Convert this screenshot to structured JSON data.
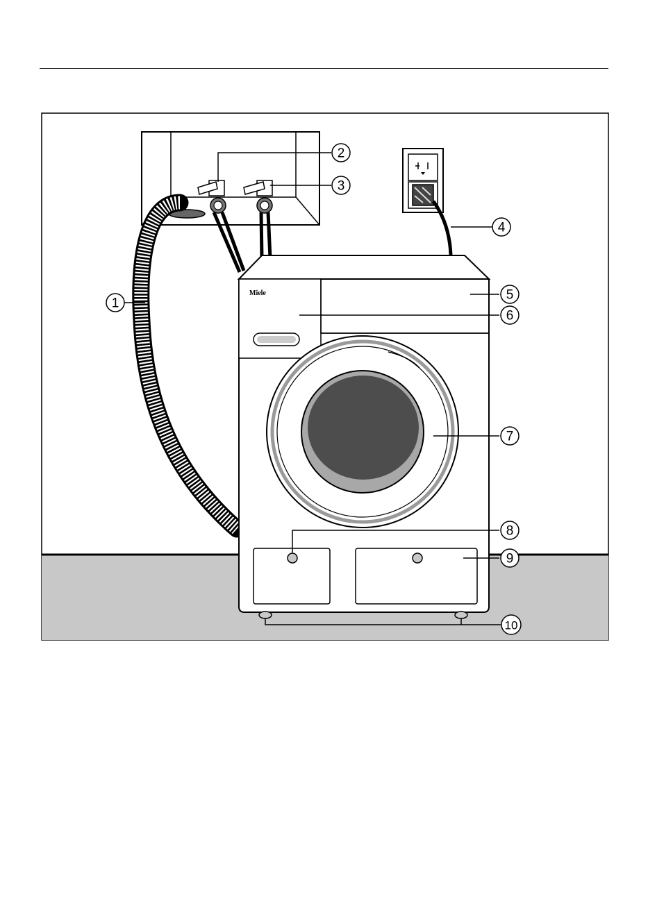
{
  "brand": {
    "logo_text": "Miele"
  },
  "callouts": [
    {
      "id": "1",
      "label": "1"
    },
    {
      "id": "2",
      "label": "2"
    },
    {
      "id": "3",
      "label": "3"
    },
    {
      "id": "4",
      "label": "4"
    },
    {
      "id": "5",
      "label": "5"
    },
    {
      "id": "6",
      "label": "6"
    },
    {
      "id": "7",
      "label": "7"
    },
    {
      "id": "8",
      "label": "8"
    },
    {
      "id": "9",
      "label": "9"
    },
    {
      "id": "10",
      "label": "10"
    }
  ],
  "colors": {
    "line": "#000000",
    "floor": "#c8c8c8",
    "panel": "#ffffff",
    "drum_window": "#4d4d4d",
    "drum_rim": "#a8a8a8",
    "door_ring": "#9a9a9a"
  }
}
